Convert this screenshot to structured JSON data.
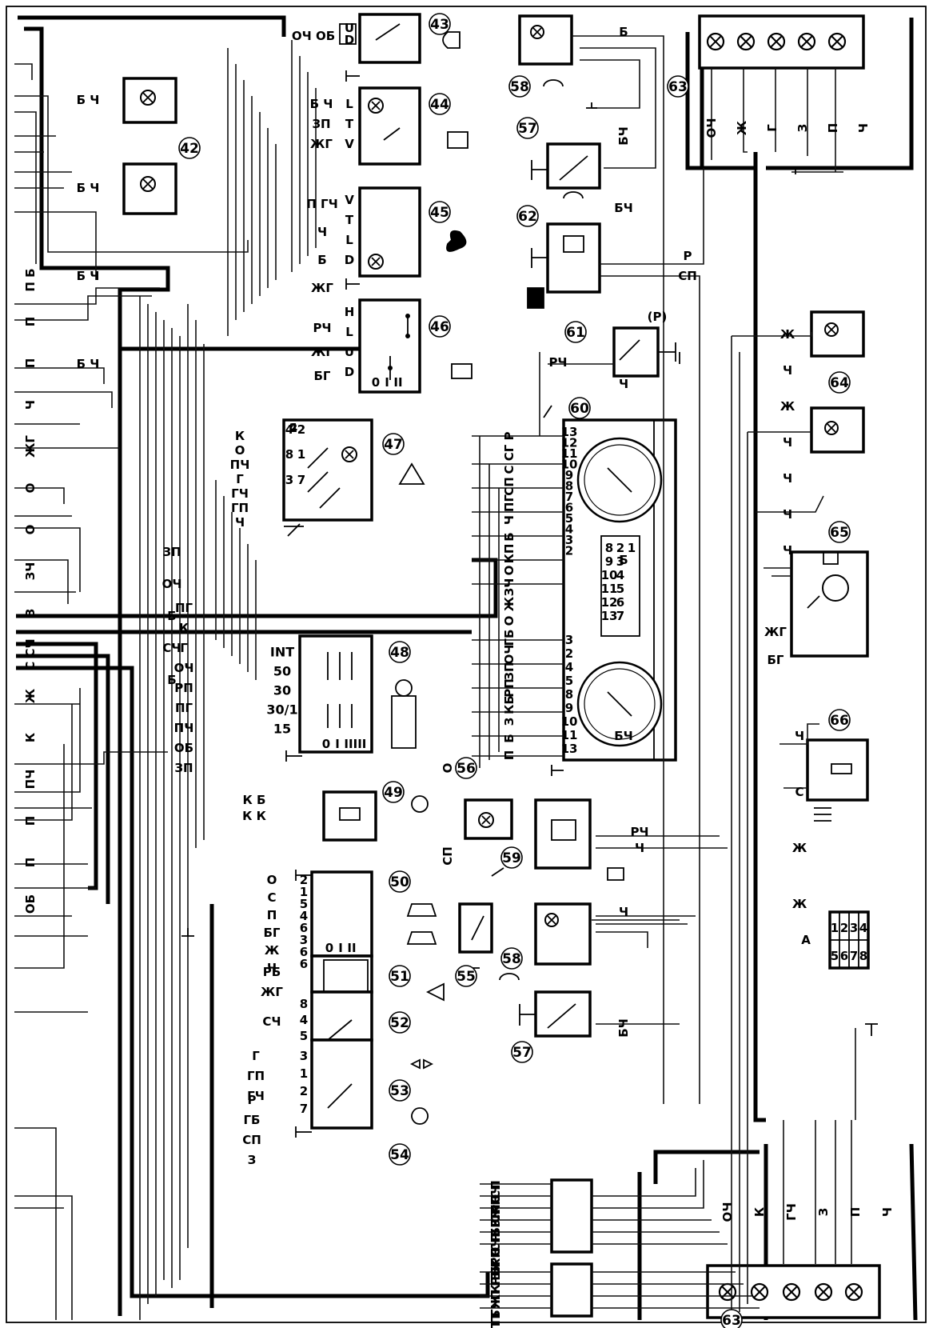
{
  "components": [
    {
      "id": "42",
      "label": "42"
    },
    {
      "id": "43",
      "label": "43"
    },
    {
      "id": "44",
      "label": "44"
    },
    {
      "id": "45",
      "label": "45"
    },
    {
      "id": "46",
      "label": "46"
    },
    {
      "id": "47",
      "label": "47"
    },
    {
      "id": "48",
      "label": "48"
    },
    {
      "id": "49",
      "label": "49"
    },
    {
      "id": "50",
      "label": "50"
    },
    {
      "id": "51",
      "label": "51"
    },
    {
      "id": "52",
      "label": "52"
    },
    {
      "id": "53",
      "label": "53"
    },
    {
      "id": "54",
      "label": "54"
    },
    {
      "id": "55",
      "label": "55"
    },
    {
      "id": "56",
      "label": "56"
    },
    {
      "id": "57a",
      "label": "57"
    },
    {
      "id": "57b",
      "label": "57"
    },
    {
      "id": "58a",
      "label": "58"
    },
    {
      "id": "58b",
      "label": "58"
    },
    {
      "id": "59",
      "label": "59"
    },
    {
      "id": "60",
      "label": "60"
    },
    {
      "id": "61",
      "label": "61"
    },
    {
      "id": "62",
      "label": "62"
    },
    {
      "id": "63a",
      "label": "63"
    },
    {
      "id": "63b",
      "label": "63"
    },
    {
      "id": "64",
      "label": "64"
    },
    {
      "id": "65",
      "label": "65"
    },
    {
      "id": "66",
      "label": "66"
    }
  ],
  "ignition_switch": {
    "terminals": [
      "INT",
      "50",
      "30",
      "30/1",
      "15"
    ],
    "positions": [
      "0",
      "I",
      "II",
      "III"
    ]
  },
  "connector_a": {
    "label": "A",
    "pins": [
      "1",
      "2",
      "3",
      "4",
      "5",
      "6",
      "7",
      "8"
    ]
  },
  "cluster_pins_upper": [
    "13",
    "12",
    "11",
    "10",
    "9",
    "8",
    "7",
    "6",
    "5",
    "4",
    "3",
    "2"
  ],
  "cluster_pins_lower": [
    "3",
    "2",
    "4",
    "5",
    "8",
    "9",
    "10",
    "11",
    "13"
  ],
  "cluster_socket_pins": [
    "8",
    "9",
    "10",
    "11",
    "12",
    "13",
    "1",
    "2",
    "3",
    "4",
    "5",
    "6",
    "7"
  ],
  "parking_symbol": "(P)",
  "switch_pins": {
    "s43": [
      "U",
      "D"
    ],
    "s44": [
      "L",
      "T",
      "V"
    ],
    "s45": [
      "V",
      "T",
      "L",
      "D"
    ],
    "s46": [
      "H",
      "L",
      "U",
      "D"
    ],
    "s47": [
      "4",
      "2",
      "8",
      "1",
      "3",
      "7"
    ],
    "s50": [
      "2",
      "1",
      "5",
      "4",
      "6",
      "3",
      "6"
    ],
    "s52": [
      "6"
    ],
    "s53": [
      "8",
      "4",
      "5"
    ],
    "s54": [
      "3",
      "1",
      "2",
      "7"
    ]
  },
  "switch_positions": {
    "s46": [
      "0",
      "I",
      "II"
    ],
    "s50": [
      "0",
      "I",
      "II"
    ]
  },
  "wire_labels": {
    "left_edge": [
      "П Б",
      "П",
      "П",
      "Ч",
      "ЖГ",
      "О",
      "О",
      "ЗЧ",
      "З",
      "С СЧ",
      "Ж",
      "К",
      "ПЧ",
      "П",
      "П",
      "ОБ"
    ],
    "s42": [
      "Б Ч",
      "Б Ч",
      "Б Ч",
      "Б Ч"
    ],
    "s43": [
      "ОЧ ОБ"
    ],
    "s44": [
      "Б Ч",
      "ЗП",
      "ЖГ"
    ],
    "s45": [
      "П ГЧ",
      "Ч",
      "Б",
      "ЖГ"
    ],
    "s46": [
      "РЧ",
      "ЖГ",
      "БГ"
    ],
    "s47": [
      "К",
      "О",
      "ПЧ",
      "Г",
      "ГЧ",
      "ГП",
      "Ч"
    ],
    "s48": [
      "ПГ",
      "К",
      "Г",
      "ОЧ",
      "РП",
      "ПГ",
      "ПЧ",
      "ОБ",
      "ЗП"
    ],
    "mid_vertical": [
      "ЗП",
      "ОЧ",
      "Б",
      "СЧ",
      "Б"
    ],
    "s49": [
      "К Б",
      "К К"
    ],
    "s50": [
      "О",
      "С",
      "П",
      "БГ",
      "Ж",
      "Ч"
    ],
    "s51": [
      "РБ",
      "ЖГ"
    ],
    "s52": [
      "СЧ"
    ],
    "s53": [
      "Г",
      "ГП",
      "ГЧ"
    ],
    "s54": [
      "Р",
      "ГБ",
      "СП",
      "З"
    ],
    "s55_56": [
      "О",
      "СП"
    ],
    "s57": [
      "БЧ",
      "БЧ"
    ],
    "s58": [
      "Б",
      "БЧ",
      "Ч",
      "Б",
      "БЧ",
      "Ч"
    ],
    "s59": [
      "РЧ",
      "Ч"
    ],
    "s60_left": [
      "Р",
      "СГ",
      "С",
      "СП",
      "ПГ",
      "Ч",
      "Б",
      "КП",
      "О",
      "ЗЧ",
      "Ж",
      "О",
      "ГБ",
      "ОЧ",
      "ЗП",
      "РП",
      "КБ",
      "З",
      "Б",
      "П"
    ],
    "s61": [
      "РЧ"
    ],
    "s62": [
      "Р",
      "СП"
    ],
    "s63_top": [
      "ОЧ",
      "Ж",
      "Г",
      "З",
      "П",
      "Ч"
    ],
    "s63_bottom": [
      "ОЧ",
      "К",
      "ГЧ",
      "З",
      "П",
      "Ч"
    ],
    "s64": [
      "Ж",
      "Ч",
      "Ж",
      "Ч",
      "Ч",
      "Ч",
      "Ч"
    ],
    "s65": [
      "ЖГ",
      "БГ"
    ],
    "s66": [
      "Ч",
      "С",
      "Ж",
      "Ж"
    ],
    "bottom_connector_1": [
      "СП",
      "ОЧ",
      "С",
      "РЧ",
      "ЖГ",
      "СП",
      "РП",
      "З",
      "БГ",
      "З",
      "Р",
      "СП",
      "ОЧ",
      "С",
      "РЧ",
      "ЖГ",
      "БГ",
      "З",
      "РП"
    ],
    "bottom_connector_2": [
      "Б",
      "Г",
      "К",
      "П",
      "Ж",
      "ГЧ",
      "Б",
      "Г",
      "П",
      "К",
      "Ж",
      "ГЧ"
    ]
  }
}
